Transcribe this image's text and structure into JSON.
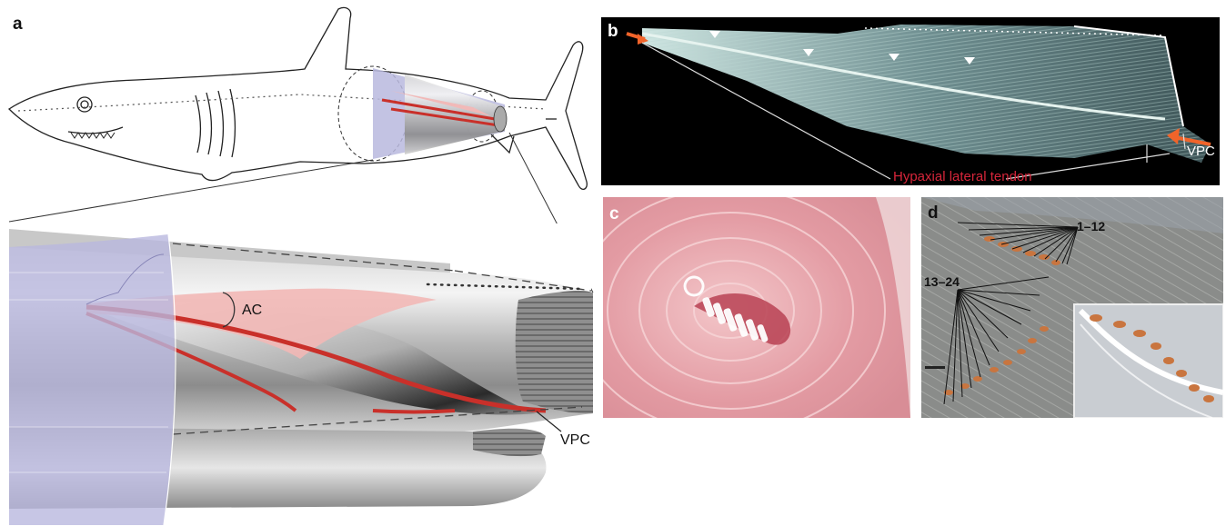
{
  "panels": {
    "a": {
      "letter": "a",
      "labels": {
        "ac": "AC",
        "vpc": "VPC"
      }
    },
    "b": {
      "letter": "b",
      "labels": {
        "tendon": "Hypaxial lateral tendon",
        "vpc": "VPC"
      }
    },
    "c": {
      "letter": "c"
    },
    "d": {
      "letter": "d",
      "labels": {
        "range1": "1–12",
        "range2": "13–24"
      }
    }
  },
  "colors": {
    "tendon_red": "#c9302a",
    "label_red": "#d6253a",
    "shark_band": "#b9b8de",
    "tissue_pink": "#e9a9ae"
  }
}
